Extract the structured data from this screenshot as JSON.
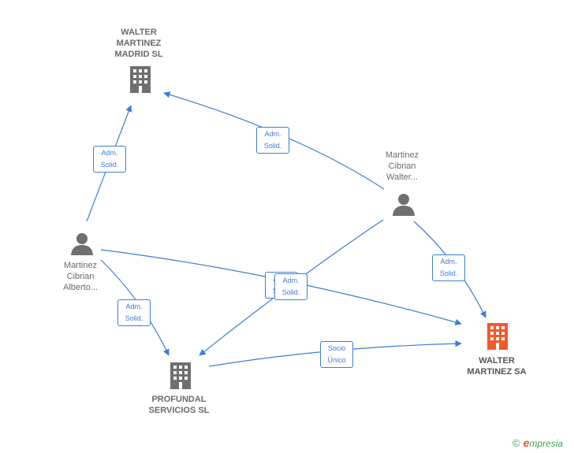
{
  "colors": {
    "edge": "#3a7fd5",
    "company_icon": "#6f6f6f",
    "main_company_icon": "#f05a28",
    "person_icon": "#6f6f6f",
    "label_text": "#6b6b6b"
  },
  "nodes": {
    "walter_madrid": {
      "lines": [
        "WALTER",
        "MARTINEZ",
        "MADRID SL"
      ],
      "icon": "building-icon"
    },
    "martinez_walter": {
      "lines": [
        "Martinez",
        "Cibrian",
        "Walter..."
      ],
      "icon": "person-icon"
    },
    "martinez_alberto": {
      "lines": [
        "Martinez",
        "Cibrian",
        "Alberto..."
      ],
      "icon": "person-icon"
    },
    "profundal": {
      "lines": [
        "PROFUNDAL",
        "SERVICIOS SL"
      ],
      "icon": "building-icon"
    },
    "walter_sa": {
      "lines": [
        "WALTER",
        "MARTINEZ SA"
      ],
      "icon": "building-icon"
    }
  },
  "edges": [
    {
      "id": "alberto-madrid",
      "lines": [
        "Adm.",
        "Solid."
      ]
    },
    {
      "id": "walter-madrid",
      "lines": [
        "Adm.",
        "Solid."
      ]
    },
    {
      "id": "walter-sa",
      "lines": [
        "Adm.",
        "Solid."
      ]
    },
    {
      "id": "alberto-sa",
      "lines": [
        "Adm.",
        "Solid."
      ]
    },
    {
      "id": "walter-profundal",
      "lines": [
        "Adm.",
        "Solid."
      ]
    },
    {
      "id": "alberto-profundal",
      "lines": [
        "Adm.",
        "Solid."
      ]
    },
    {
      "id": "profundal-sa",
      "lines": [
        "Socio",
        "Único"
      ]
    }
  ],
  "brand": {
    "copyright": "©",
    "e": "e",
    "name": "mpresia"
  }
}
